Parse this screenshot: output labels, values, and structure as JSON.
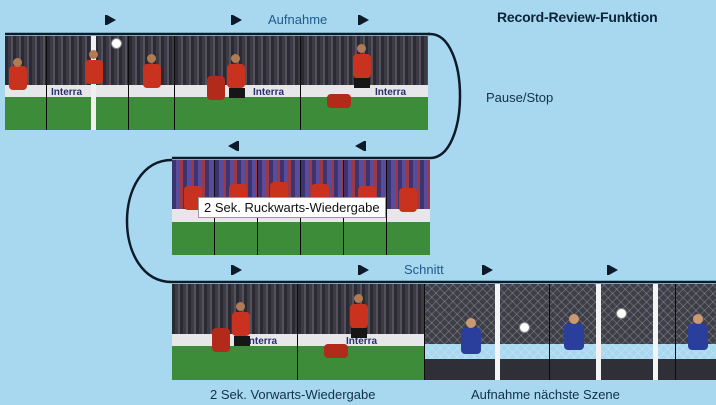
{
  "title": "Record-Review-Funktion",
  "labels": {
    "record": "Aufnahme",
    "pause_stop": "Pause/Stop",
    "reverse_playback": "2 Sek. Ruckwarts-Wiedergabe",
    "cut": "Schnitt",
    "forward_playback": "2 Sek. Vorwarts-Wiedergabe",
    "next_scene": "Aufnahme nächste Szene"
  },
  "boards": {
    "intertrade": "Interra"
  },
  "colors": {
    "background": "#a8d8ef",
    "path": "#0c1a2a",
    "jersey_red": "#c8321f",
    "jersey_blue": "#2a3f9c"
  }
}
